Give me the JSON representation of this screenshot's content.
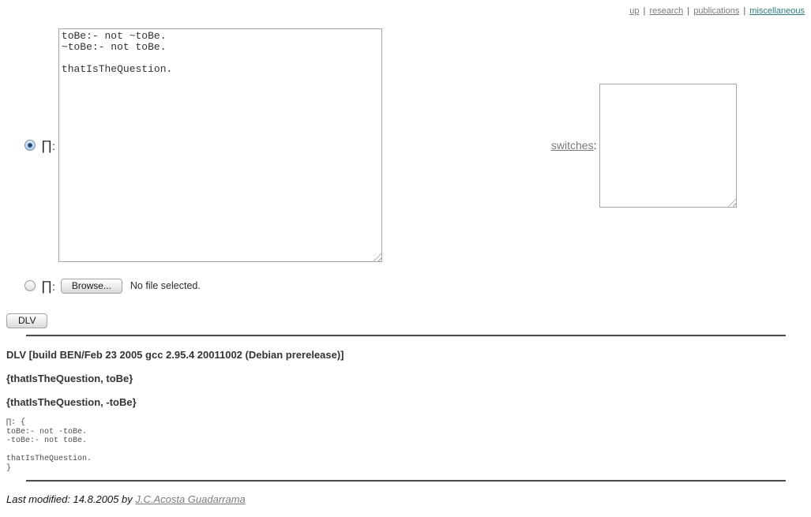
{
  "nav": {
    "separator": "|",
    "links": [
      {
        "label": "up"
      },
      {
        "label": "research"
      },
      {
        "label": "publications"
      },
      {
        "label": "miscellaneous"
      }
    ]
  },
  "form": {
    "program_symbol": "∏",
    "colon": ":",
    "program_text": "toBe:- not ~toBe.\n~toBe:- not toBe.\n\nthatIsTheQuestion.\n",
    "switches_label": "switches",
    "switches_value": "",
    "file_symbol": "∏",
    "browse_button_label": "Browse...",
    "file_status": "No file selected.",
    "submit_label": "DLV"
  },
  "output": {
    "build_line": "DLV [build BEN/Feb 23 2005 gcc 2.95.4 20011002 (Debian prerelease)]",
    "answer_sets": [
      "{thatIsTheQuestion, toBe}",
      "{thatIsTheQuestion, -toBe}"
    ],
    "program_echo": "∏: {\ntoBe:- not -toBe.\n-toBe:- not toBe.\n\nthatIsTheQuestion.\n}"
  },
  "footer": {
    "prefix": "Last modified: 14.8.2005 by ",
    "author_link": "J.C.Acosta Guadarrama"
  },
  "colors": {
    "link_gray": "#7b7b7b",
    "link_teal": "#2e7b7b",
    "radio_dot_blue": "#1d3f6b"
  }
}
